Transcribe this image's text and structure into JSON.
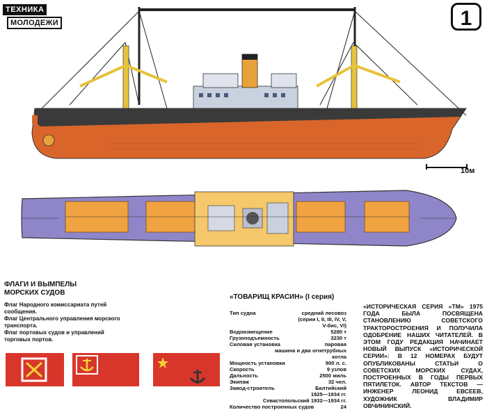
{
  "logo": {
    "line1": "ТЕХНИКА",
    "line2": "МОЛОДЕЖИ"
  },
  "page_number": "1",
  "scale_label": "10м",
  "flags": {
    "title": "ФЛАГИ И ВЫМПЕЛЫ\nМОРСКИХ СУДОВ",
    "items": [
      "Флаг Народного комиссариата путей сообщения.",
      "Флаг Центрального управления морского транспорта.",
      "Флаг портовых судов и управлений торговых портов."
    ]
  },
  "ship": {
    "title": "«ТОВАРИЩ КРАСИН» (I серия)",
    "specs": [
      {
        "label": "Тип судна",
        "value": "средний лесовоз"
      },
      {
        "label": "",
        "value": "(серии I, II, III, IV, V,"
      },
      {
        "label": "",
        "value": "V-бис, VI)"
      },
      {
        "label": "Водоизмещение",
        "value": "5280 т"
      },
      {
        "label": "Грузоподъемность",
        "value": "3230 т"
      },
      {
        "label": "Силовая установка",
        "value": "паровая"
      },
      {
        "label": "",
        "value": "машина и два огнетрубных"
      },
      {
        "label": "",
        "value": "котла"
      },
      {
        "label": "Мощность установки",
        "value": "900 л. с."
      },
      {
        "label": "Скорость",
        "value": "9 узлов"
      },
      {
        "label": "Дальность",
        "value": "2500 миль"
      },
      {
        "label": "Экипаж",
        "value": "32 чел."
      },
      {
        "label": "Завод-строитель",
        "value": "Балтийский"
      },
      {
        "label": "",
        "value": "1925—1934 гг."
      },
      {
        "label": "",
        "value": "Севастопольский 1932—1934 гг."
      },
      {
        "label": "Количество построенных судов",
        "value": "24"
      }
    ]
  },
  "note": "«ИСТОРИЧЕСКАЯ СЕРИЯ «ТМ» 1975 ГОДА БЫЛА ПОСВЯЩЕНА СТАНОВЛЕНИЮ СОВЕТСКОГО ТРАКТОРОСТРОЕНИЯ И ПОЛУЧИЛА ОДОБРЕНИЕ НАШИХ ЧИТАТЕЛЕЙ. В ЭТОМ ГОДУ РЕДАКЦИЯ НАЧИНАЕТ НОВЫЙ ВЫПУСК «ИСТОРИЧЕСКОЙ СЕРИИ»: В 12 НОМЕРАХ БУДУТ ОПУБЛИКОВАНЫ СТАТЬИ О СОВЕТСКИХ МОРСКИХ СУДАХ, ПОСТРОЕННЫХ В ГОДЫ ПЕРВЫХ ПЯТИЛЕТОК. АВТОР ТЕКСТОВ — ИНЖЕНЕР ЛЕОНИД ЕВСЕЕВ, ХУДОЖНИК ВЛАДИМИР ОВЧИНИНСКИЙ.",
  "colors": {
    "hull_red": "#d9652b",
    "hull_dark": "#3a3a3a",
    "deck_purple": "#8f86c9",
    "hatch_orange": "#f0a340",
    "flag_red": "#d9362b",
    "emblem_yellow": "#f5d335"
  }
}
